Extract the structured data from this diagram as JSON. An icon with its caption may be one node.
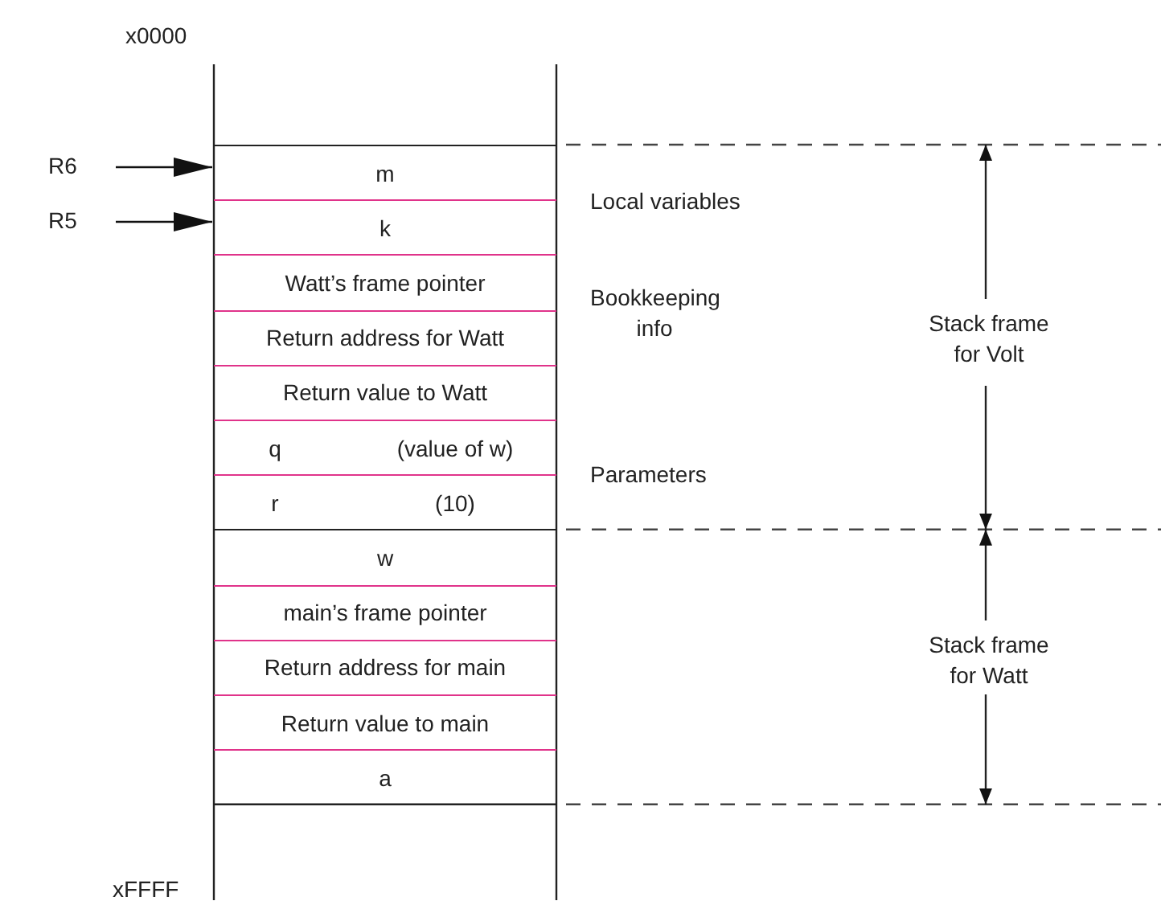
{
  "diagram": {
    "nodes": [
      {
        "text": [
          "R6"
        ]
      },
      {
        "text": [
          "R5"
        ]
      },
      {
        "text": [
          "m"
        ]
      },
      {
        "text": [
          "k"
        ]
      },
      {
        "text": [
          "Watt’s frame pointer"
        ]
      },
      {
        "text": [
          "Return address for Watt"
        ]
      },
      {
        "text": [
          "Return value to Watt"
        ]
      },
      {
        "text": [
          "q",
          "(value of w)"
        ]
      },
      {
        "text": [
          "r",
          "(10)"
        ]
      },
      {
        "text": [
          "w"
        ]
      },
      {
        "text": [
          "main’s frame pointer"
        ]
      },
      {
        "text": [
          "Return address for main"
        ]
      },
      {
        "text": [
          "Return value to main"
        ]
      },
      {
        "text": [
          "a"
        ]
      }
    ],
    "edges": [
      {
        "from": 0,
        "to": 2,
        "arrow": "to"
      },
      {
        "from": 1,
        "to": 3,
        "arrow": "to"
      }
    ],
    "labels": [
      "x0000",
      "Local variables",
      "Bookkeeping info",
      "Parameters",
      "Stack frame for Volt",
      "Stack frame for Watt",
      "xFFFF"
    ]
  }
}
